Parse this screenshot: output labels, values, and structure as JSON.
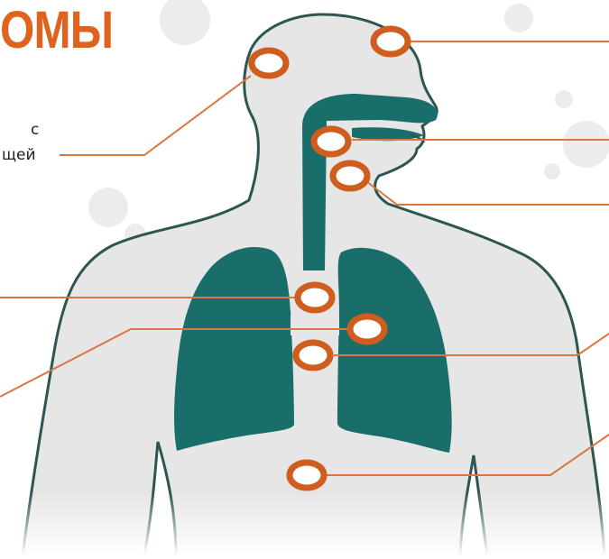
{
  "title": "ОМЫ",
  "side_text": {
    "line1": "с",
    "line2": "щей"
  },
  "colors": {
    "body_fill": "#e6e6e6",
    "body_outline": "#2d5552",
    "organ_fill": "#1a6e6a",
    "marker": "#cf5d1e",
    "leader_line": "#d9773f",
    "title": "#e0621f",
    "virus_decor": "#e8e8e8"
  }
}
